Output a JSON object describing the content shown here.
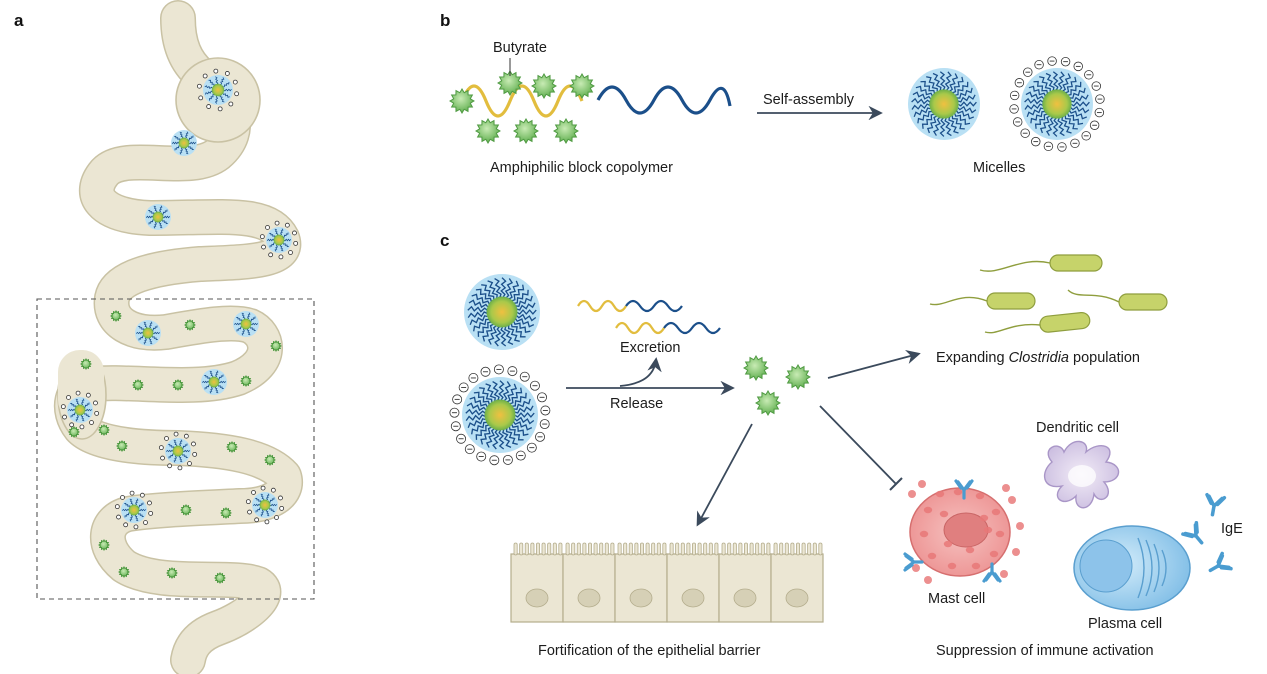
{
  "panels": {
    "a": {
      "letter": "a"
    },
    "b": {
      "letter": "b",
      "butyrate_label": "Butyrate",
      "polymer_label": "Amphiphilic block copolymer",
      "arrow_label": "Self-assembly",
      "micelles_label": "Micelles"
    },
    "c": {
      "letter": "c",
      "excretion_label": "Excretion",
      "release_label": "Release",
      "clostridia_prefix": "Expanding ",
      "clostridia_genus": "Clostridia",
      "clostridia_suffix": " population",
      "dendritic_label": "Dendritic cell",
      "ige_label": "IgE",
      "mast_label": "Mast cell",
      "plasma_label": "Plasma cell",
      "barrier_label": "Fortification of the epithelial barrier",
      "immune_label": "Suppression of immune activation"
    }
  },
  "colors": {
    "gut_fill": "#ebe6d3",
    "gut_stroke": "#c9c2a4",
    "micelle_halo": "#b9e0f4",
    "hydrophilic_block": "#1b4f8a",
    "hydrophobic_block": "#e2bd3e",
    "butyrate_green": "#7cc46a",
    "arrow": "#3b4a5c",
    "bacterium": "#c6d36a",
    "mast_cell": "#f0a3a3",
    "dendritic_cell": "#d8cde8",
    "plasma_cell": "#8fc8ec",
    "antibody": "#4a9cd0"
  },
  "icons": [
    "butyrate-star-icon",
    "micelle-icon",
    "anionic-micelle-icon",
    "bacterium-icon",
    "antibody-icon",
    "epithelial-cell-icon"
  ]
}
